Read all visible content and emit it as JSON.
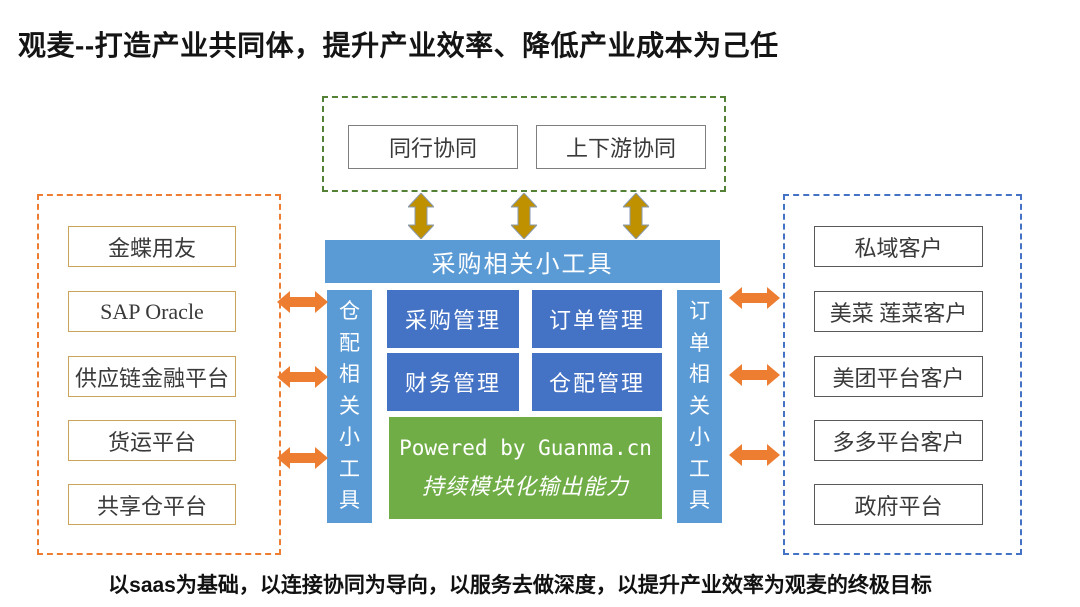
{
  "title": "观麦--打造产业共同体，提升产业效率、降低产业成本为己任",
  "footer": "以saas为基础，以连接协同为导向，以服务去做深度，以提升产业效率为观麦的终极目标",
  "top_group": {
    "items": [
      "同行协同",
      "上下游协同"
    ]
  },
  "left_group": {
    "items": [
      "金蝶用友",
      "SAP Oracle",
      "供应链金融平台",
      "货运平台",
      "共享仓平台"
    ]
  },
  "right_group": {
    "items": [
      "私域客户",
      "美菜 莲菜客户",
      "美团平台客户",
      "多多平台客户",
      "政府平台"
    ]
  },
  "center": {
    "top_bar": "采购相关小工具",
    "left_bar": "仓配相关小工具",
    "right_bar": "订单相关小工具",
    "modules": [
      "采购管理",
      "订单管理",
      "财务管理",
      "仓配管理"
    ],
    "powered_by": "Powered by Guanma.cn",
    "tagline": "持续模块化输出能力"
  },
  "colors": {
    "light_blue": "#5B9BD5",
    "dark_blue": "#4472C4",
    "green": "#70AD47",
    "green_dashed": "#538135",
    "orange": "#ED7D31",
    "gold": "#BF9000",
    "gold_outline": "#8a9bb0",
    "blue_dashed": "#4472C4"
  }
}
